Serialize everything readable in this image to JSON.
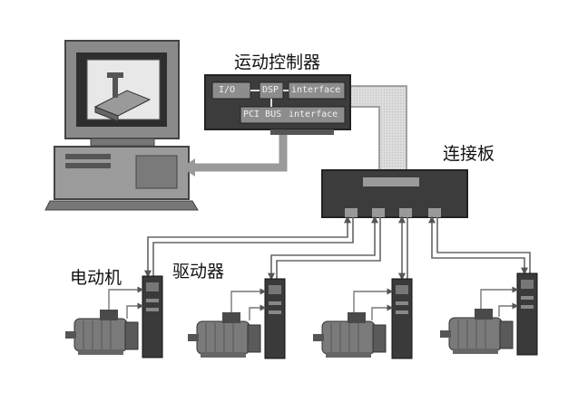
{
  "labels": {
    "motion_controller": "运动控制器",
    "connection_board": "连接板",
    "motor": "电动机",
    "driver": "驱动器"
  },
  "controller_card": {
    "io": "I/O",
    "dsp": "DSP",
    "interface_top": "interface",
    "pci_bus": "PCI BUS",
    "interface_bottom": "interface"
  },
  "colors": {
    "dark": "#3a3a3a",
    "mid": "#777777",
    "light": "#cfcfcf",
    "pale": "#e6e6e6"
  },
  "icons": [
    "computer-icon",
    "driver-icon",
    "motor-icon"
  ]
}
